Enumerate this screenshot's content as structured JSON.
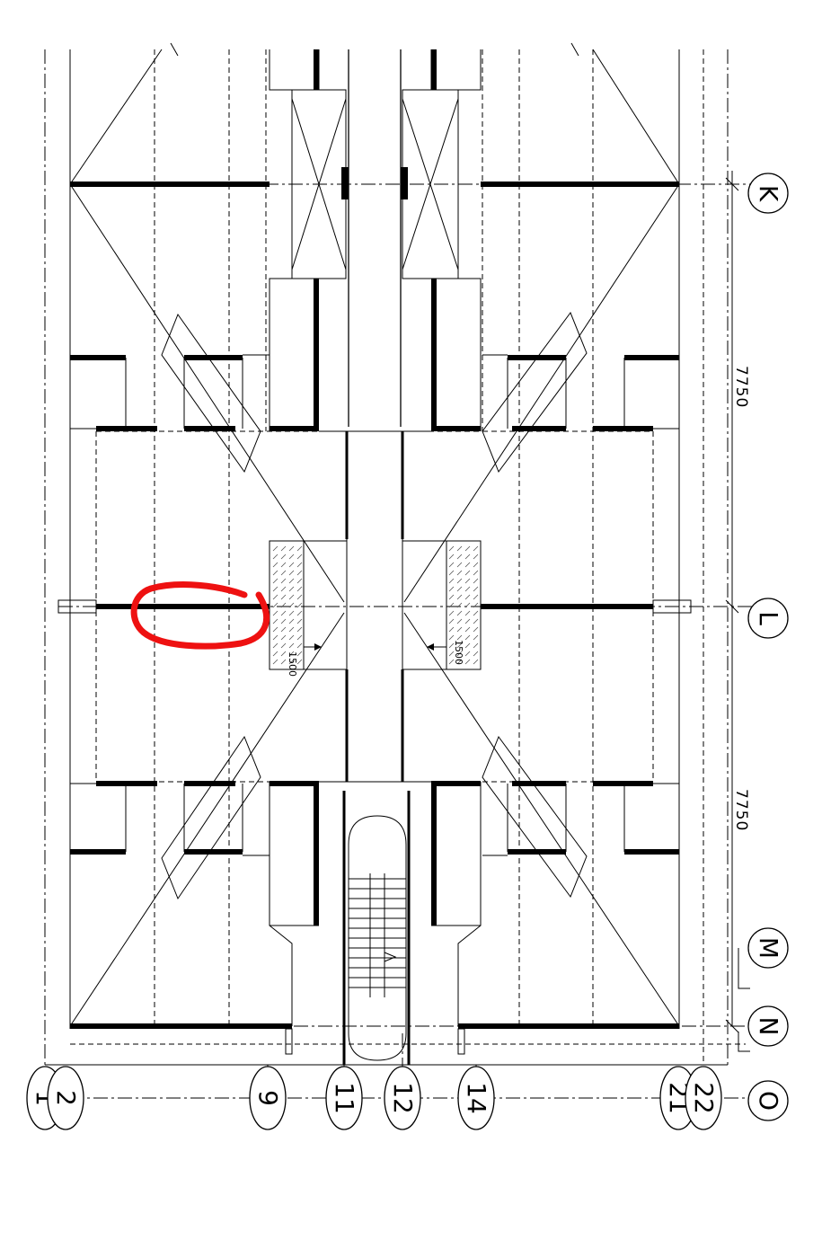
{
  "row_grid_labels": [
    "K",
    "L",
    "M",
    "N",
    "O"
  ],
  "col_grid_labels": [
    "1",
    "2",
    "9",
    "11",
    "12",
    "14",
    "21",
    "22"
  ],
  "dimensions": [
    "7750",
    "7750"
  ],
  "opening_tags": [
    "1500",
    "1500"
  ],
  "colors": {
    "line": "#000000",
    "markup": "#ee1111",
    "background": "#ffffff"
  }
}
